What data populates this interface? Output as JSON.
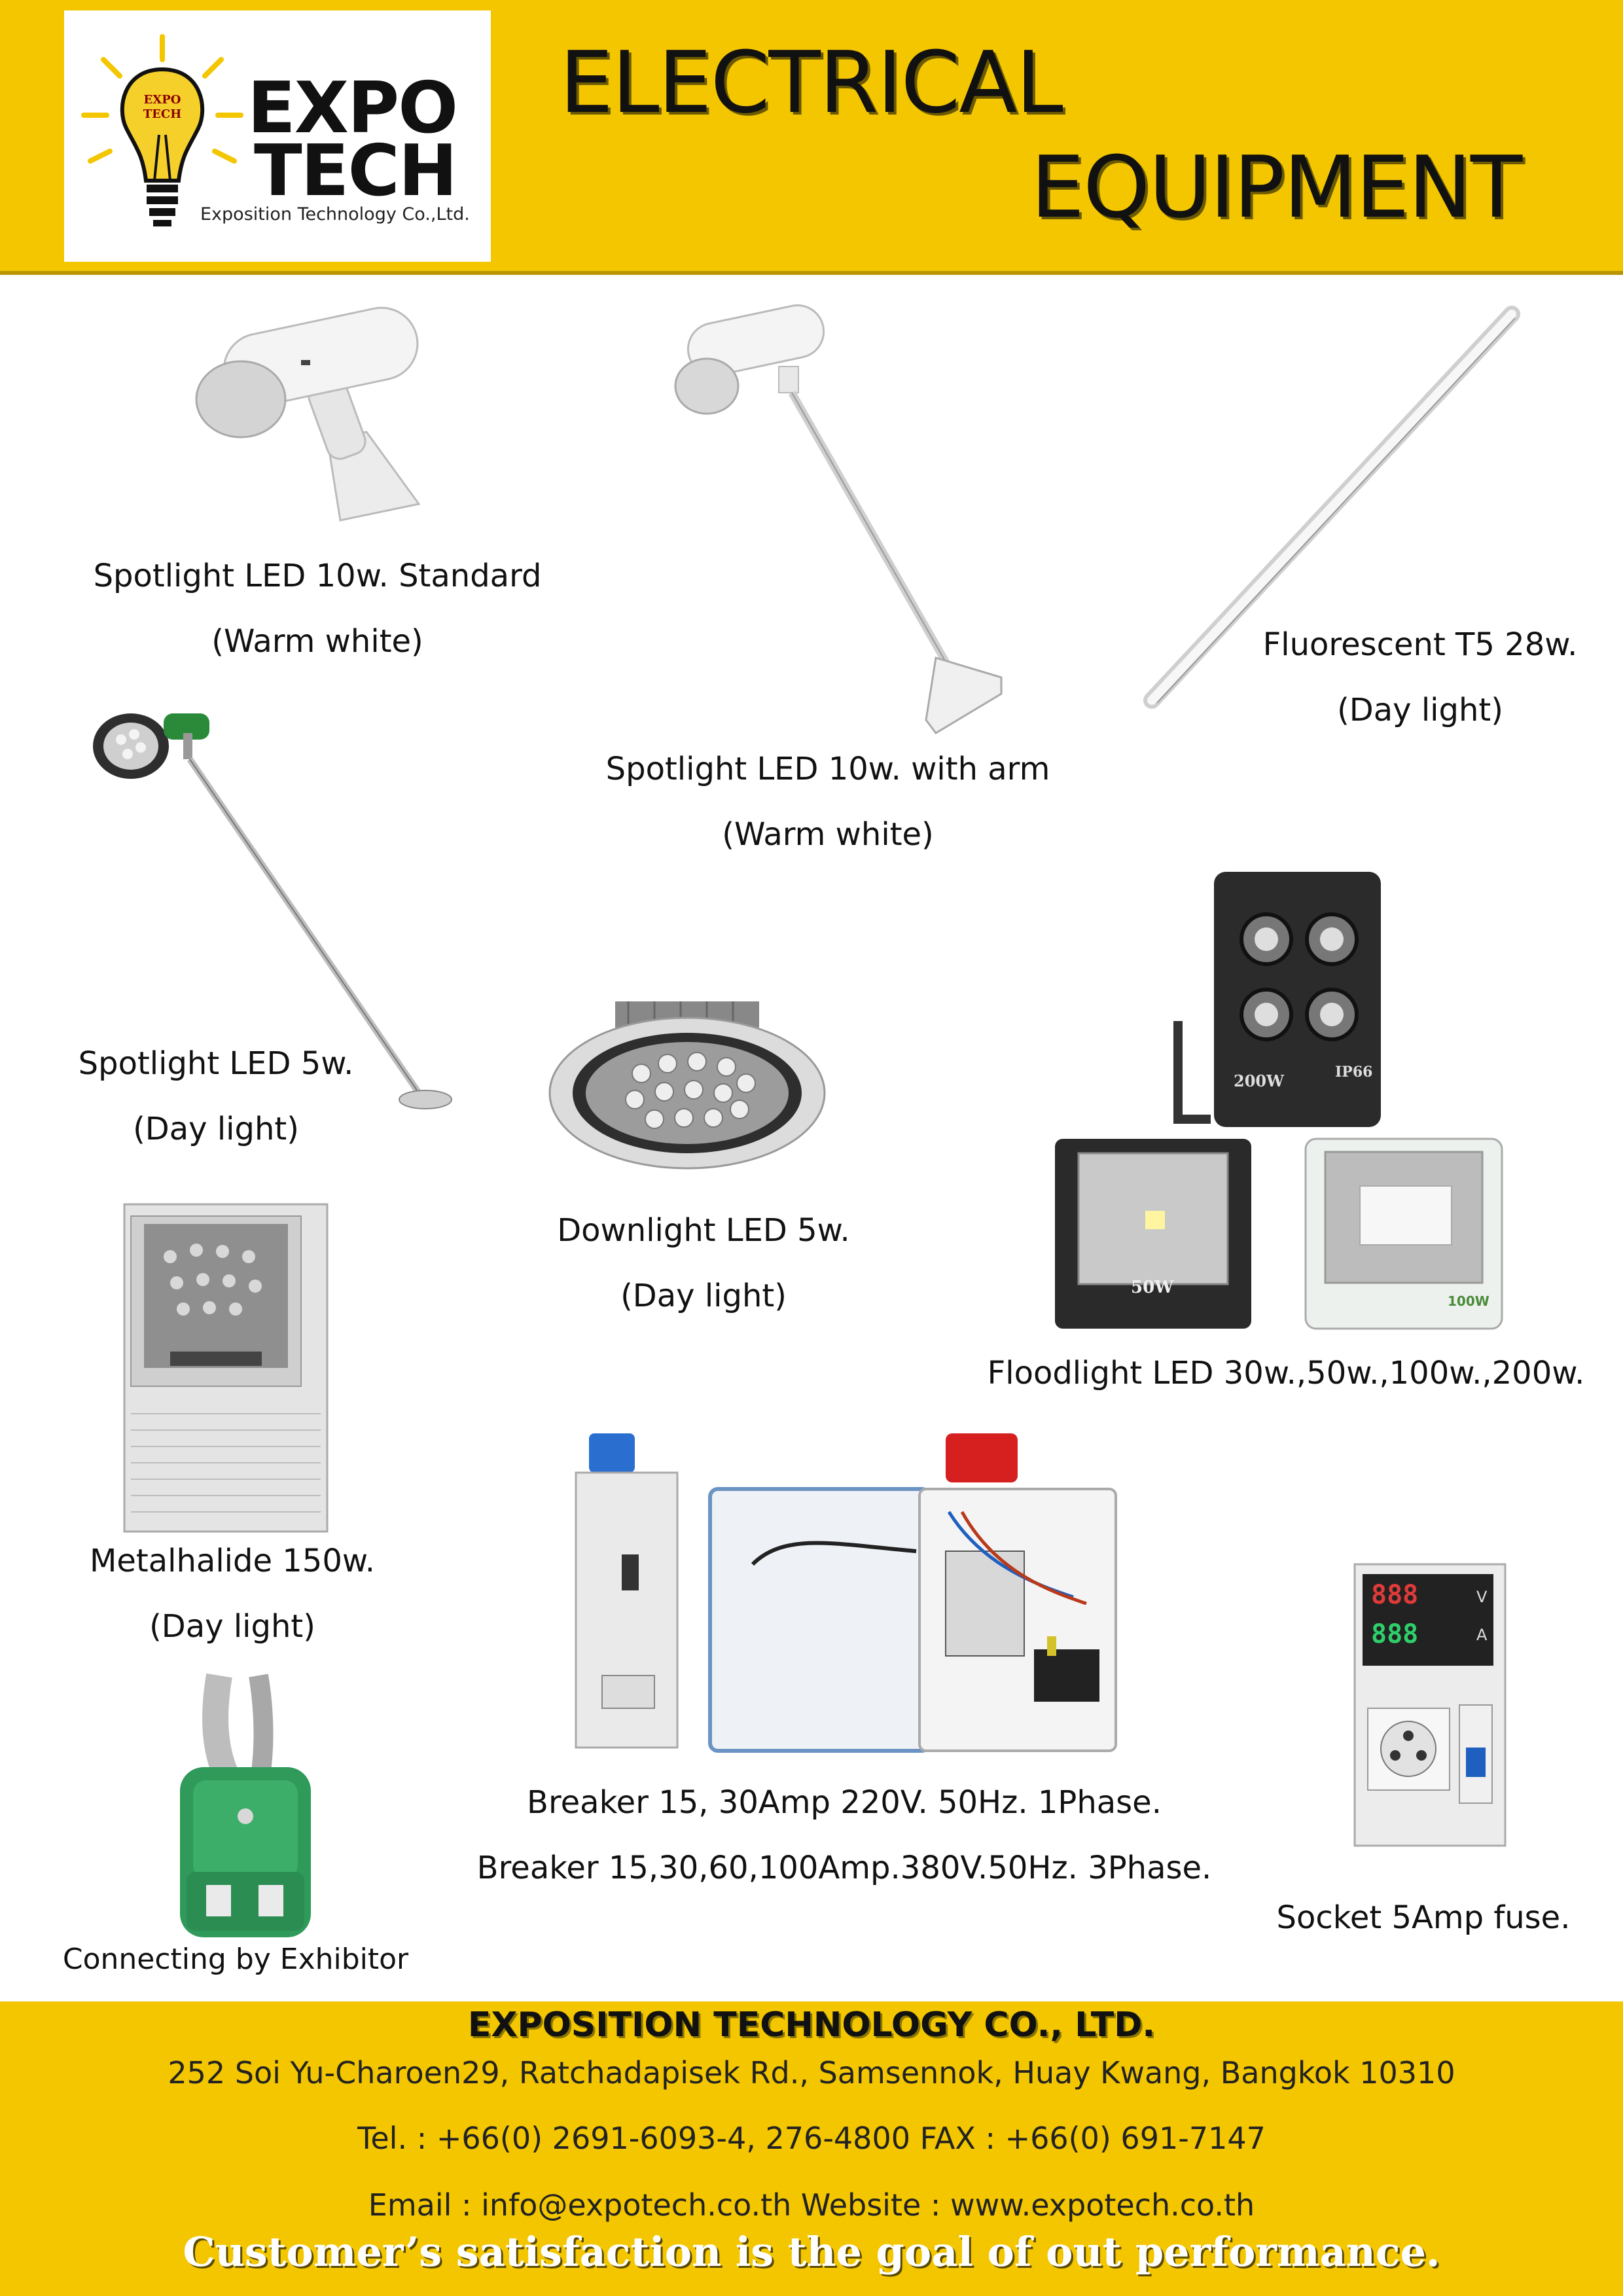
{
  "header": {
    "logo": {
      "bulb_text_1": "EXPO",
      "bulb_text_2": "TECH",
      "word_1": "EXPO",
      "word_2": "TECH",
      "subtitle": "Exposition Technology Co.,Ltd."
    },
    "title_line_1": "ELECTRICAL",
    "title_line_2": "EQUIPMENT"
  },
  "products": [
    {
      "name": "Spotlight LED 10w. Standard",
      "detail": "(Warm white)"
    },
    {
      "name": "Spotlight LED 10w. with arm",
      "detail": "(Warm white)"
    },
    {
      "name": "Fluorescent T5 28w.",
      "detail": "(Day light)"
    },
    {
      "name": "Spotlight LED 5w.",
      "detail": "(Day light)"
    },
    {
      "name": "Downlight LED 5w.",
      "detail": "(Day light)"
    },
    {
      "name": "Floodlight LED 30w.,50w.,100w.,200w.",
      "detail": ""
    },
    {
      "name": "Metalhalide 150w.",
      "detail": "(Day light)"
    },
    {
      "name": "Breaker 15, 30Amp 220V. 50Hz. 1Phase.",
      "detail": "Breaker 15,30,60,100Amp.380V.50Hz. 3Phase."
    },
    {
      "name": "Socket 5Amp fuse.",
      "detail": ""
    },
    {
      "name": "Connecting by Exhibitor",
      "detail": ""
    }
  ],
  "image_labels": {
    "flood_200": "200W",
    "flood_ip66": "IP66",
    "flood_50": "50W",
    "flood_100": "100W",
    "meter_v": "V",
    "meter_a": "A",
    "meter_digits_1": "888",
    "meter_digits_2": "888"
  },
  "footer": {
    "company": "EXPOSITION TECHNOLOGY CO., LTD.",
    "address": "252 Soi Yu-Charoen29, Ratchadapisek Rd., Samsennok, Huay Kwang, Bangkok 10310",
    "tel": "Tel. : +66(0) 2691-6093-4, 276-4800 FAX : +66(0) 691-7147",
    "email": "Email : info@expotech.co.th Website : www.expotech.co.th",
    "slogan": "Customer’s satisfaction is the goal of out performance."
  },
  "colors": {
    "brand_yellow": "#f3c600",
    "text": "#111111",
    "accent_red": "#d62020",
    "accent_blue": "#1f5fbf"
  }
}
